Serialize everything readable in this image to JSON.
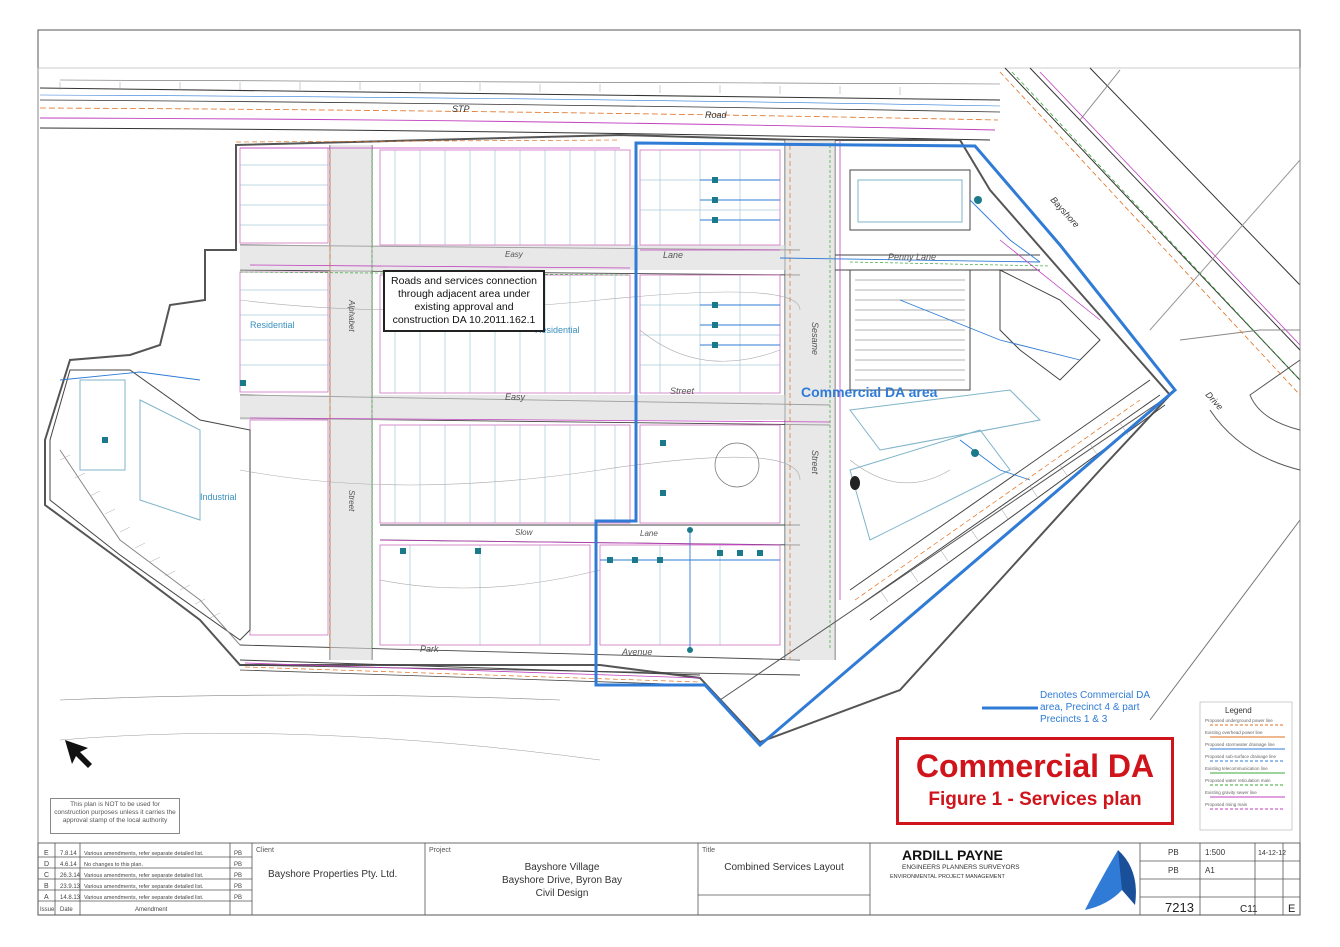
{
  "drawing": {
    "roads": {
      "stp_road_1": "STP",
      "stp_road_2": "Road",
      "bayshore_1": "Bayshore",
      "bayshore_2": "Drive",
      "easy_street_1": "Easy",
      "easy_street_2": "Street",
      "easy_1b": "Easy",
      "lane_1": "Lane",
      "lane_2": "Lane",
      "penny_lane": "Penny Lane",
      "sesame_street_1": "Sesame",
      "sesame_street_2": "Street",
      "alphabet_street_1": "Alphabet",
      "alphabet_street_2": "Street",
      "park_avenue_1": "Park",
      "park_avenue_2": "Avenue",
      "slow_lane": "Slow",
      "west_street": "Street"
    },
    "zones": {
      "residential_1": "Residential",
      "residential_2": "Residential",
      "industrial": "Industrial",
      "commercial_da_area": "Commercial DA area"
    },
    "callout_lines": [
      "Roads and services connection",
      "through adjacent area under",
      "existing approval and",
      "construction DA 10.2011.162.1"
    ],
    "title_box": {
      "main": "Commercial DA",
      "sub": "Figure 1 - Services plan"
    },
    "legend_note": "Denotes Commercial DA area, Precinct 4 & part Precincts 1 & 3",
    "legend": {
      "title": "Legend",
      "items": [
        "Proposed underground power line",
        "Existing overhead power line",
        "Proposed stormwater drainage line",
        "Proposed sub-surface drainage line",
        "Existing telecommunication line",
        "Proposed water reticulation main",
        "Existing gravity sewer line",
        "Proposed rising main"
      ],
      "colors": [
        "#e07020",
        "#e07020",
        "#2f7bd6",
        "#2f7bd6",
        "#3aa83a",
        "#3aa83a",
        "#c040c0",
        "#c040c0"
      ]
    },
    "warning": "This plan is NOT to be used for construction purposes unless it carries the approval stamp of the local authority"
  },
  "title_block": {
    "revisions": [
      {
        "rev": "E",
        "date": "7.8.14",
        "desc": "Various amendments, refer separate detailed list.",
        "by": "PB"
      },
      {
        "rev": "D",
        "date": "4.6.14",
        "desc": "No changes to this plan.",
        "by": "PB"
      },
      {
        "rev": "C",
        "date": "26.3.14",
        "desc": "Various amendments, refer separate detailed list.",
        "by": "PB"
      },
      {
        "rev": "B",
        "date": "23.9.13",
        "desc": "Various amendments, refer separate detailed list.",
        "by": "PB"
      },
      {
        "rev": "A",
        "date": "14.8.13",
        "desc": "Various amendments, refer separate detailed list.",
        "by": "PB"
      }
    ],
    "rev_header": {
      "issue": "Issue",
      "date": "Date",
      "amendment": "Amendment"
    },
    "client_label": "Client",
    "client": "Bayshore Properties Pty. Ltd.",
    "project_label": "Project",
    "project_lines": [
      "Bayshore Village",
      "Bayshore Drive, Byron Bay",
      "Civil Design"
    ],
    "title_label": "Title",
    "title": "Combined Services Layout",
    "firm_name": "ARDILL  PAYNE",
    "firm_sub": "ENGINEERS  PLANNERS  SURVEYORS",
    "firm_sub2": "ENVIRONMENTAL  PROJECT MANAGEMENT",
    "drawn": "PB",
    "checked": "PB",
    "scale": "1:500",
    "sheet": "A1",
    "date": "14-12-12",
    "drawing_no": "7213",
    "sheet_no": "C11",
    "issue": "E"
  }
}
